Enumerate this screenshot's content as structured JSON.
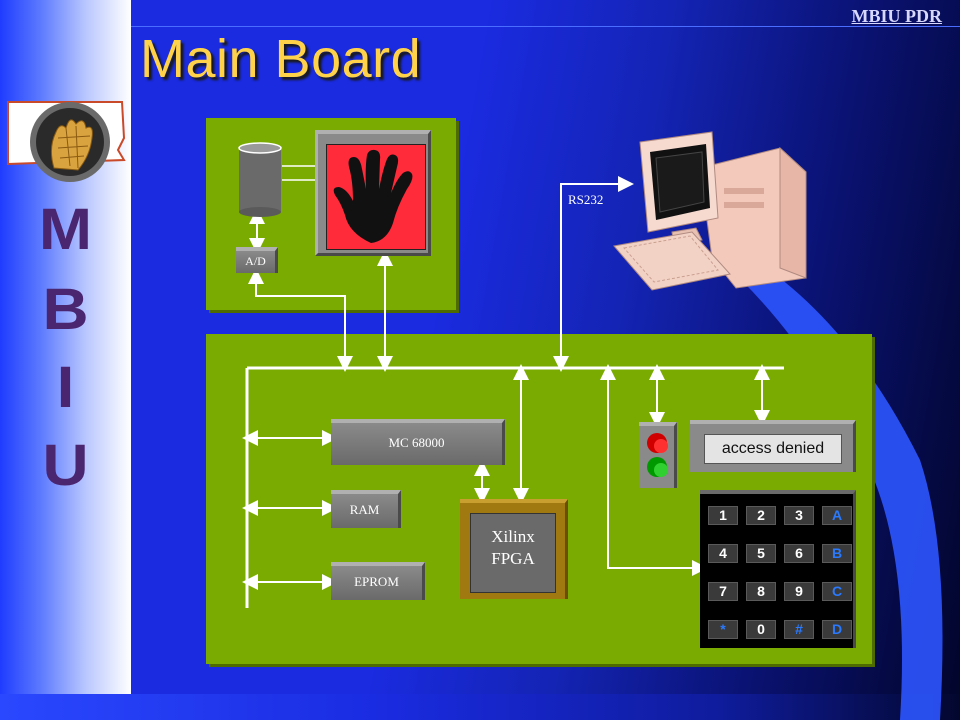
{
  "header": {
    "tag": "MBIU PDR",
    "title": "Main Board"
  },
  "sidebar": {
    "letters": [
      "M",
      "B",
      "I",
      "U"
    ]
  },
  "diagram": {
    "rs232_label": "RS232",
    "ad_label": "A/D",
    "cpu_label": "MC 68000",
    "ram_label": "RAM",
    "eprom_label": "EPROM",
    "fpga_label_line1": "Xilinx",
    "fpga_label_line2": "FPGA",
    "display_text": "access denied"
  },
  "keypad": {
    "keys": [
      "1",
      "2",
      "3",
      "A",
      "4",
      "5",
      "6",
      "B",
      "7",
      "8",
      "9",
      "C",
      "*",
      "0",
      "#",
      "D"
    ]
  },
  "colors": {
    "panel": "#7aab00",
    "title": "#ffd24a",
    "hand_bg": "#ff2a3a"
  }
}
